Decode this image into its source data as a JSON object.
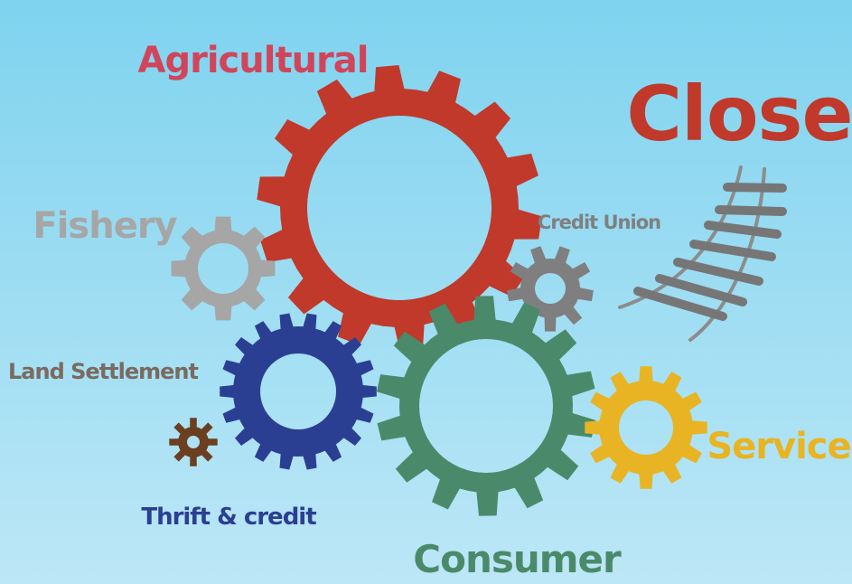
{
  "labels": {
    "closed": "Closed",
    "agricultural": "Agricultural",
    "fishery": "Fishery",
    "credit_union": "Credit Union",
    "land_settlement": "Land Settlement",
    "thrift_credit": "Thrift & credit",
    "consumer": "Consumer",
    "service": "Service"
  },
  "colors": {
    "background_top": "#7fd3ef",
    "background_bottom": "#b9e6f6",
    "agricultural": "#c0392b",
    "closed": "#c0392b",
    "fishery": "#a6a6a6",
    "credit_union": "#7f7f7f",
    "land_settlement": "#7a6a5f",
    "thrift_credit": "#2b3f92",
    "consumer": "#4a8a6a",
    "service": "#e8b423",
    "small_gear": "#6b3f1f",
    "track": "#8c8c8c"
  },
  "icons": [
    "gear-icon",
    "railway-track-icon"
  ]
}
